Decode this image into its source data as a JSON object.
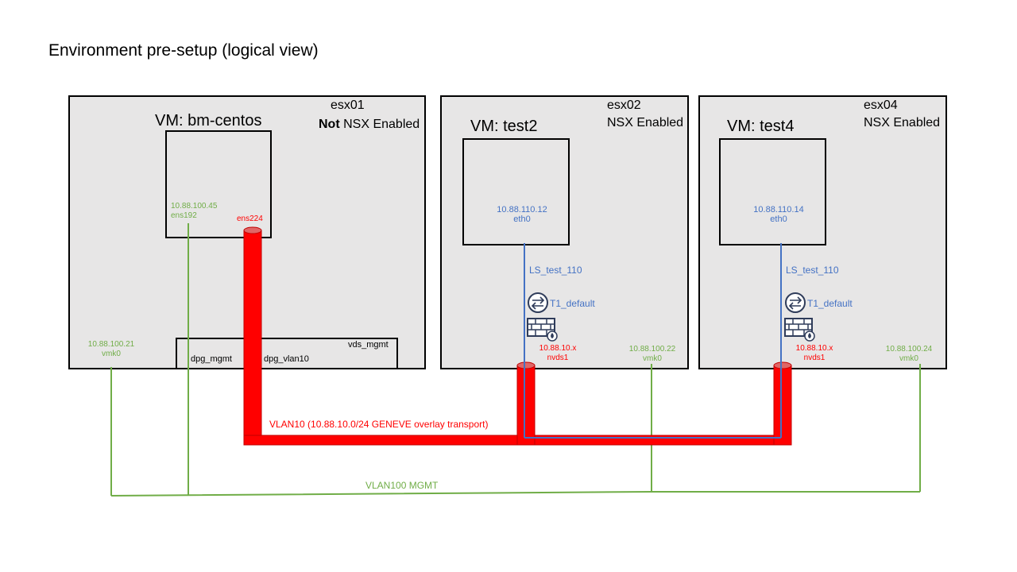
{
  "title": "Environment pre-setup (logical view)",
  "colors": {
    "host_bg": "#e7e6e6",
    "mgmt_green": "#70ad47",
    "overlay_blue": "#4472c4",
    "transport_red": "#ff0000"
  },
  "hosts": [
    {
      "name": "esx01",
      "status_bold": "Not",
      "status_rest": " NSX Enabled",
      "vm_label": "VM: bm-centos",
      "vm_ip": "10.88.100.45",
      "vm_if": "ens192",
      "vm_if2": "ens224",
      "vmk_ip": "10.88.100.21",
      "vmk_if": "vmk0",
      "vds": "vds_mgmt",
      "pg_mgmt": "dpg_mgmt",
      "pg_vlan": "dpg_vlan10"
    },
    {
      "name": "esx02",
      "status": "NSX Enabled",
      "vm_label": "VM: test2",
      "vm_ip": "10.88.110.12",
      "vm_if": "eth0",
      "ls": "LS_test_110",
      "t1": "T1_default",
      "tep_ip": "10.88.10.x",
      "tep_if": "nvds1",
      "vmk_ip": "10.88.100.22",
      "vmk_if": "vmk0"
    },
    {
      "name": "esx04",
      "status": "NSX Enabled",
      "vm_label": "VM: test4",
      "vm_ip": "10.88.110.14",
      "vm_if": "eth0",
      "ls": "LS_test_110",
      "t1": "T1_default",
      "tep_ip": "10.88.10.x",
      "tep_if": "nvds1",
      "vmk_ip": "10.88.100.24",
      "vmk_if": "vmk0"
    }
  ],
  "networks": {
    "vlan10": "VLAN10 (10.88.10.0/24  GENEVE overlay transport)",
    "vlan100": "VLAN100 MGMT"
  },
  "icons": [
    "router-icon",
    "firewall-icon"
  ]
}
